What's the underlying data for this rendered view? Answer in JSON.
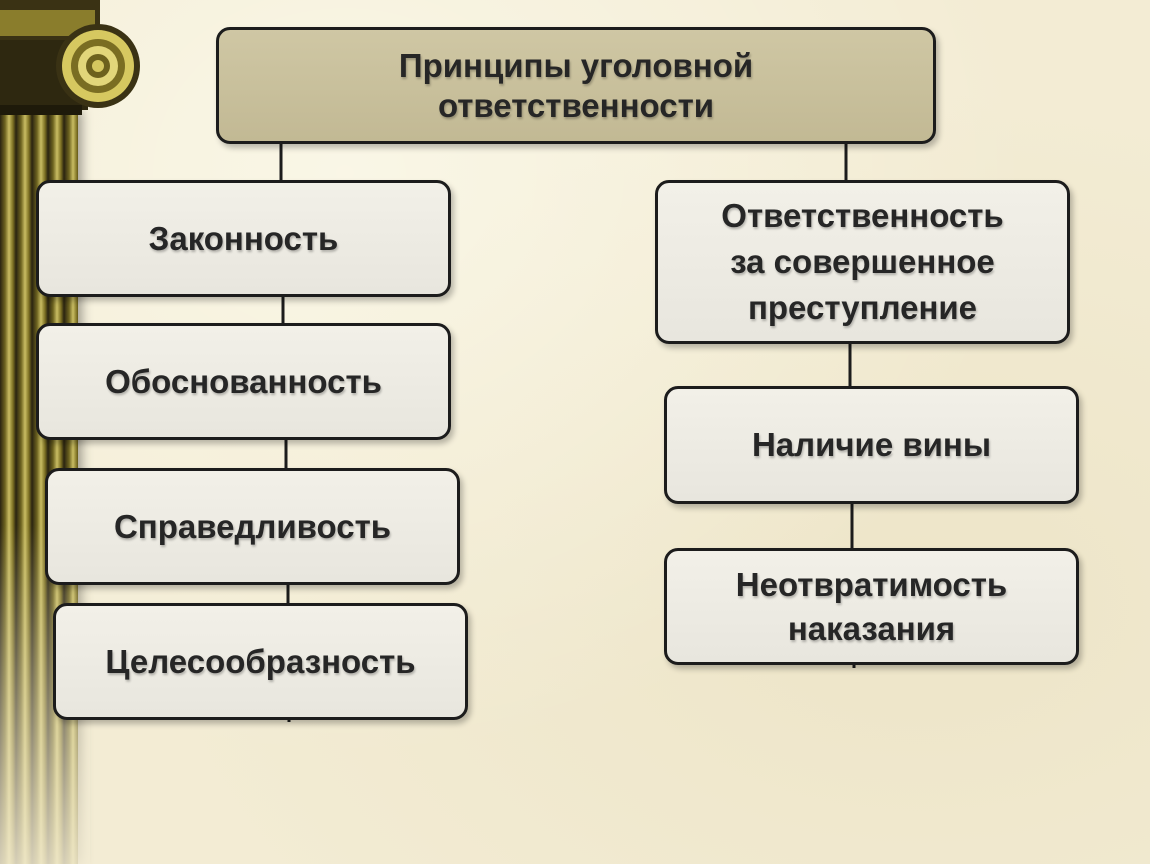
{
  "diagram": {
    "root": {
      "label": "Принципы уголовной\nответственности"
    },
    "left_branch": [
      {
        "id": "zakonnost",
        "label": "Законность"
      },
      {
        "id": "obosnovannost",
        "label": "Обоснованность"
      },
      {
        "id": "spravedlivost",
        "label": "Справедливость"
      },
      {
        "id": "tselesoobraznost",
        "label": "Целесообразность"
      }
    ],
    "right_branch": [
      {
        "id": "otvetstvennost",
        "label": "Ответственность\nза совершенное\nпреступление"
      },
      {
        "id": "nalichie-viny",
        "label": "Наличие вины"
      },
      {
        "id": "neotvratimost",
        "label": "Неотвратимость\nнаказания"
      }
    ]
  },
  "colors": {
    "background": "#f3ecd4",
    "root_fill": "#c9c09c",
    "box_fill": "#eceae2",
    "border": "#1c1c1c",
    "text": "#262626",
    "column_gold": "#c9bd63"
  },
  "decorations": [
    "ionic-column-icon"
  ]
}
